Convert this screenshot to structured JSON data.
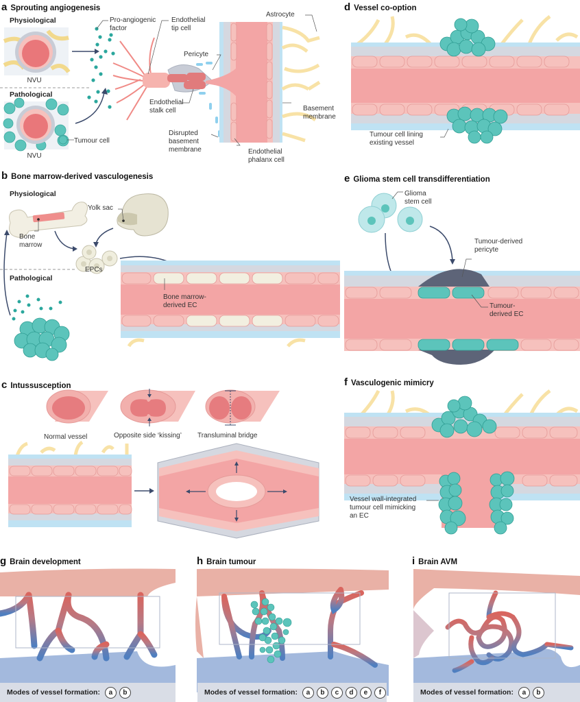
{
  "panels": {
    "a": {
      "letter": "a",
      "title": "Sprouting angiogenesis",
      "physiological": "Physiological",
      "pathological": "Pathological",
      "nvu_top": "NVU",
      "nvu_bottom": "NVU",
      "labels": {
        "pro_angiogenic": "Pro-angiogenic\nfactor",
        "tip_cell": "Endothelial\ntip cell",
        "pericyte": "Pericyte",
        "stalk_cell": "Endothelial\nstalk cell",
        "disrupted_bm": "Disrupted\nbasement\nmembrane",
        "phalanx_cell": "Endothelial\nphalanx cell",
        "astrocyte": "Astrocyte",
        "basement_membrane": "Basement\nmembrane",
        "tumour_cell": "Tumour cell"
      }
    },
    "b": {
      "letter": "b",
      "title": "Bone marrow-derived vasculogenesis",
      "physiological": "Physiological",
      "pathological": "Pathological",
      "labels": {
        "yolk_sac": "Yolk sac",
        "bone_marrow": "Bone\nmarrow",
        "epcs": "EPCs",
        "bm_derived_ec": "Bone marrow-\nderived EC"
      }
    },
    "c": {
      "letter": "c",
      "title": "Intussusception",
      "labels": {
        "normal_vessel": "Normal vessel",
        "kissing": "Opposite side ‘kissing’",
        "bridge": "Transluminal bridge"
      }
    },
    "d": {
      "letter": "d",
      "title": "Vessel co-option",
      "labels": {
        "tumour_lining": "Tumour cell lining\nexisting vessel"
      }
    },
    "e": {
      "letter": "e",
      "title": "Glioma stem cell transdifferentiation",
      "labels": {
        "glioma_stem": "Glioma\nstem cell",
        "tumour_pericyte": "Tumour-derived\npericyte",
        "tumour_ec": "Tumour-\nderived EC"
      }
    },
    "f": {
      "letter": "f",
      "title": "Vasculogenic mimicry",
      "labels": {
        "mimic": "Vessel wall-integrated\ntumour cell mimicking\nan EC"
      }
    },
    "g": {
      "letter": "g",
      "title": "Brain development",
      "modes_label": "Modes of vessel formation:",
      "modes": [
        "a",
        "b"
      ]
    },
    "h": {
      "letter": "h",
      "title": "Brain tumour",
      "modes_label": "Modes of vessel formation:",
      "modes": [
        "a",
        "b",
        "c",
        "d",
        "e",
        "f"
      ]
    },
    "i": {
      "letter": "i",
      "title": "Brain AVM",
      "modes_label": "Modes of vessel formation:",
      "modes": [
        "a",
        "b"
      ]
    }
  },
  "colors": {
    "lumen": "#f3aaa8",
    "endothelial": "#f6c1bd",
    "pericyte": "#d5d8e0",
    "basement": "#bfe2f3",
    "astrocyte": "#f8e2a6",
    "tumour": "#5cc4bb",
    "artery": "#d9655e",
    "vein": "#4f7fc0",
    "modes_bar": "#d9dde6"
  }
}
